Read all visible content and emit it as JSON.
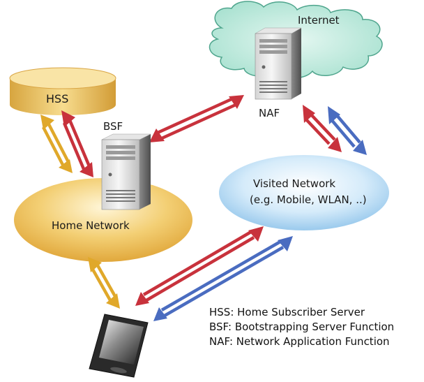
{
  "nodes": {
    "internet": "Internet",
    "hss": "HSS",
    "bsf": "BSF",
    "naf": "NAF",
    "home_network": "Home Network",
    "visited_network_line1": "Visited Network",
    "visited_network_line2": "(e.g. Mobile, WLAN, ..)"
  },
  "legend": [
    "HSS: Home Subscriber Server",
    "BSF: Bootstrapping Server Function",
    "NAF: Network Application Function"
  ],
  "colors": {
    "red_arrow": "#c8323c",
    "blue_arrow": "#4a6cc0",
    "gold_arrow": "#e0a82a",
    "home_network": "#ecbd52",
    "visited_network": "#bcdcf3",
    "cloud": "#b8e8da"
  },
  "icons": [
    "server-icon",
    "smartphone-icon",
    "database-icon",
    "cloud-icon"
  ]
}
